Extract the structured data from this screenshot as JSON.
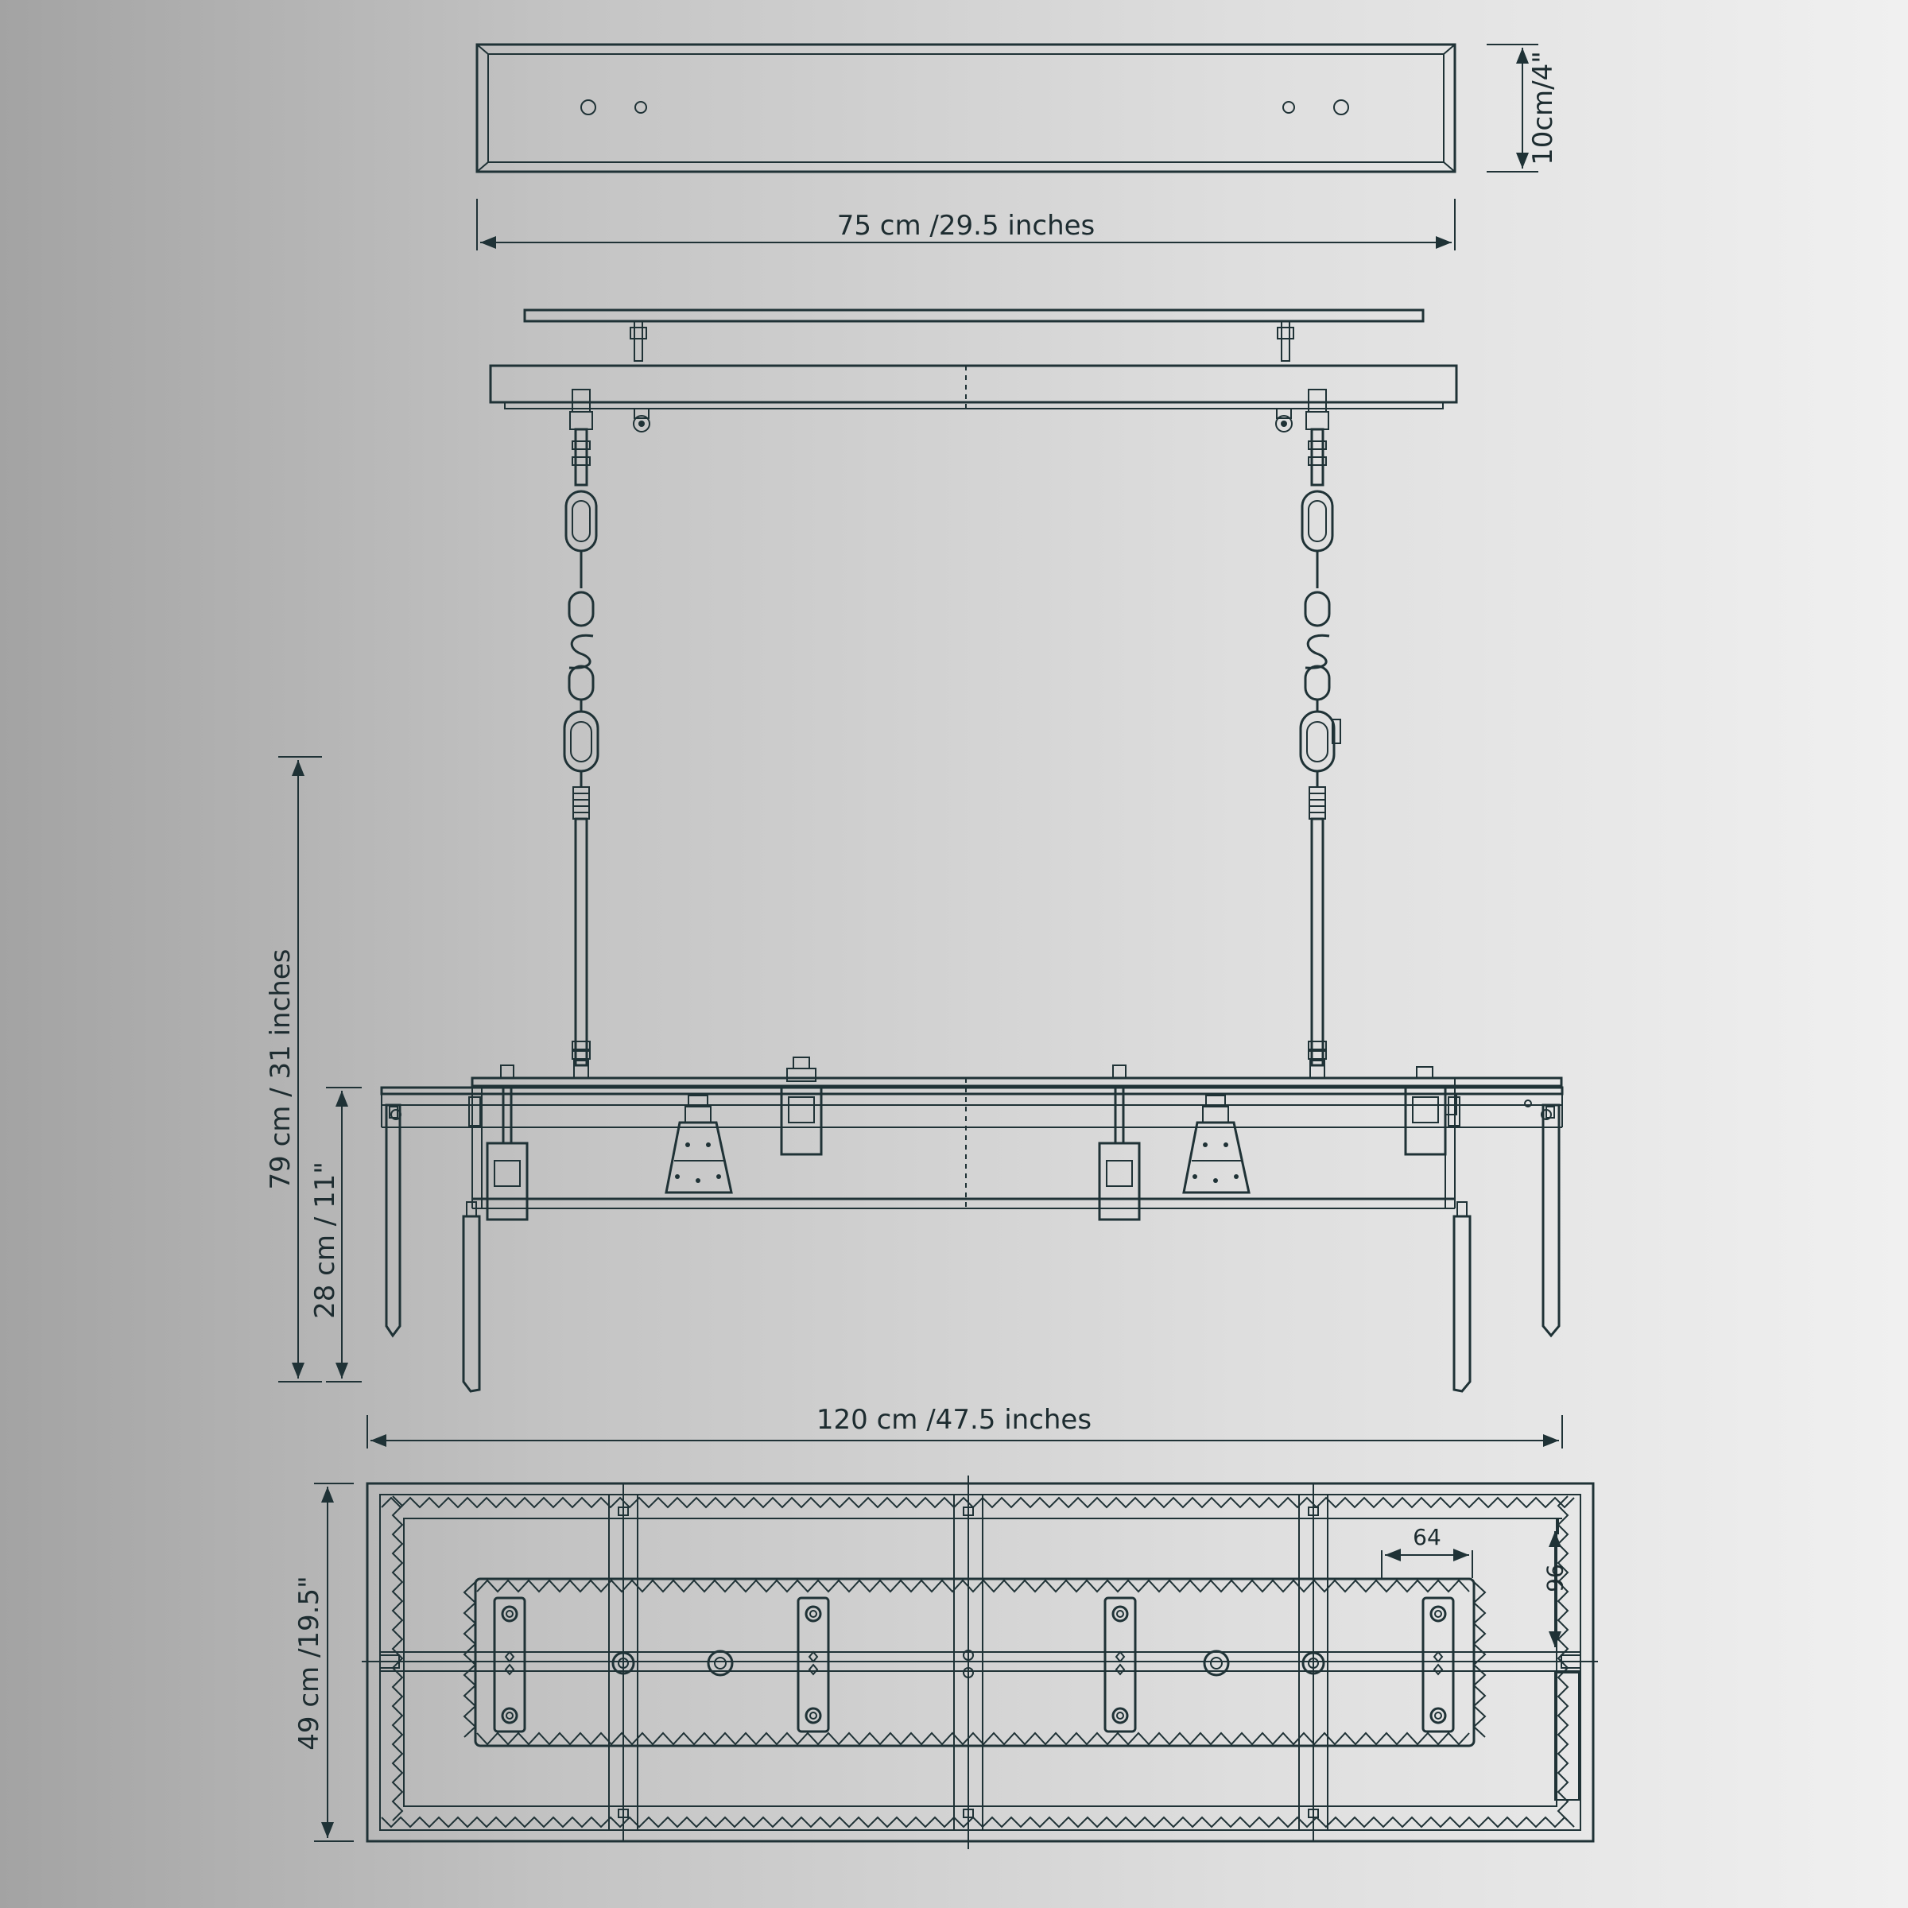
{
  "dimensions": {
    "canopy_width": "75 cm /29.5 inches",
    "canopy_height": "10cm/4\"",
    "overall_height": "79 cm / 31 inches",
    "body_height": "28 cm / 11\"",
    "body_width": "120 cm /47.5 inches",
    "body_depth": "49 cm /19.5\"",
    "detail_width": "64",
    "detail_height": "96"
  },
  "colors": {
    "line": "#1f3236",
    "background_left": "#a3a3a3",
    "background_right": "#f0f0f0"
  }
}
